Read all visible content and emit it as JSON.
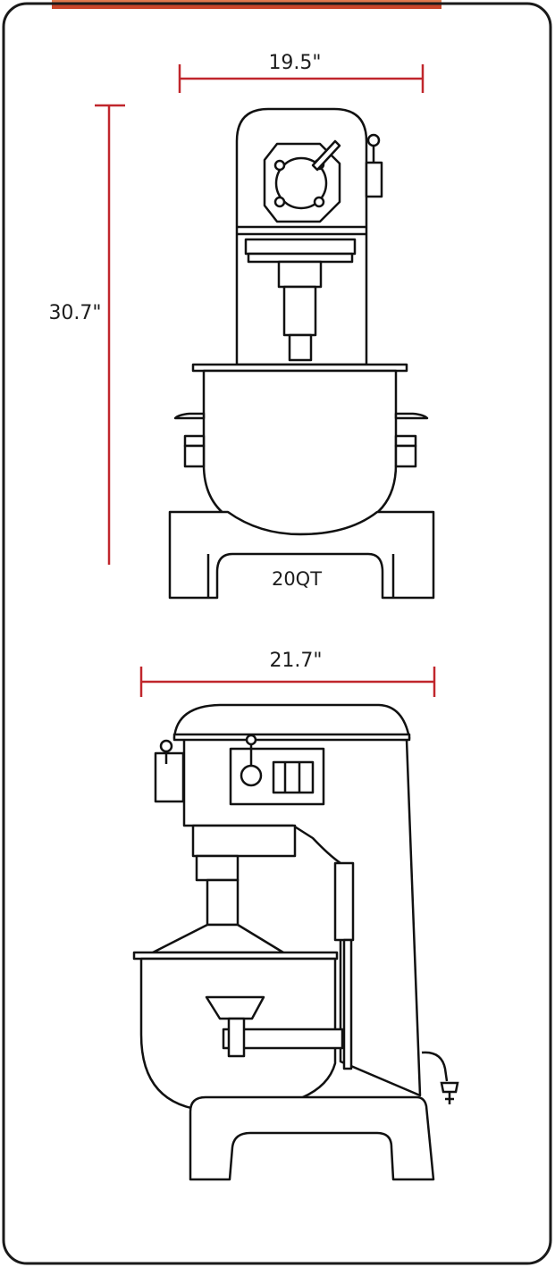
{
  "colors": {
    "frame": "#1a1a1a",
    "line": "#111111",
    "dimension": "#c0262c",
    "accent_bar": "#c8462a",
    "background": "#ffffff"
  },
  "dimensions": {
    "front_width": "19.5\"",
    "height": "30.7\"",
    "side_width": "21.7\""
  },
  "model_label": "20QT",
  "icons": [
    "power-plug-icon"
  ]
}
